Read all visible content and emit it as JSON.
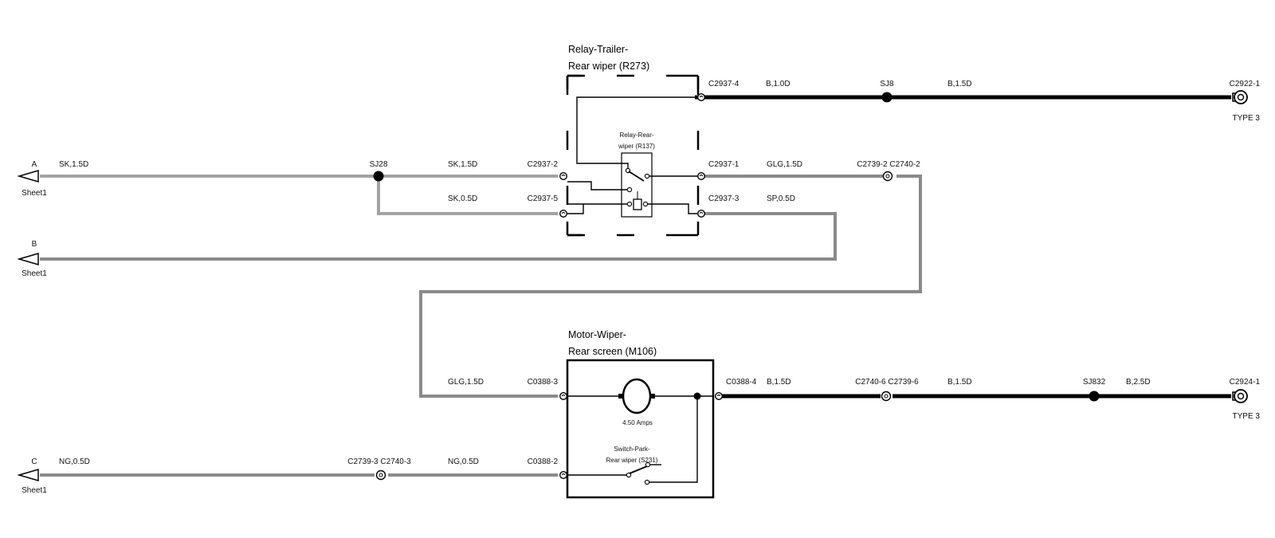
{
  "relay_trailer": {
    "title_line1": "Relay-Trailer-",
    "title_line2": "Rear wiper (R273)"
  },
  "relay_rear": {
    "label_line1": "Relay-Rear-",
    "label_line2": "wiper (R137)"
  },
  "motor": {
    "title_line1": "Motor-Wiper-",
    "title_line2": "Rear screen (M106)",
    "amps": "4.50 Amps"
  },
  "park_switch": {
    "label_line1": "Switch-Park-",
    "label_line2": "Rear wiper (S231)"
  },
  "offpage": {
    "a": {
      "letter": "A",
      "sheet": "Sheet1"
    },
    "b": {
      "letter": "B",
      "sheet": "Sheet1"
    },
    "c": {
      "letter": "C",
      "sheet": "Sheet1"
    }
  },
  "terminals": {
    "c2922": {
      "name": "C2922-1",
      "type": "TYPE 3"
    },
    "c2924": {
      "name": "C2924-1",
      "type": "TYPE 3"
    }
  },
  "connectors": {
    "c2937_4": "C2937-4",
    "c2937_2": "C2937-2",
    "c2937_5": "C2937-5",
    "c2937_1": "C2937-1",
    "c2937_3": "C2937-3",
    "c2739_2_c2740_2": "C2739-2 C2740-2",
    "c0388_3": "C0388-3",
    "c0388_4": "C0388-4",
    "c0388_2": "C0388-2",
    "c2740_6_c2739_6": "C2740-6 C2739-6",
    "c2739_3_c2740_3": "C2739-3 C2740-3"
  },
  "splices": {
    "sj8": "SJ8",
    "sj28": "SJ28",
    "sj832": "SJ832"
  },
  "wires": {
    "b10d": "B,1.0D",
    "b15d_top": "B,1.5D",
    "sk15d_a": "SK,1.5D",
    "sk15d_b": "SK,1.5D",
    "sk05d": "SK,0.5D",
    "glg15d_top": "GLG,1.5D",
    "sp05d": "SP,0.5D",
    "glg15d_bottom": "GLG,1.5D",
    "b15d_m1": "B,1.5D",
    "b15d_m2": "B,1.5D",
    "b25d": "B,2.5D",
    "ng05d_a": "NG,0.5D",
    "ng05d_b": "NG,0.5D"
  }
}
